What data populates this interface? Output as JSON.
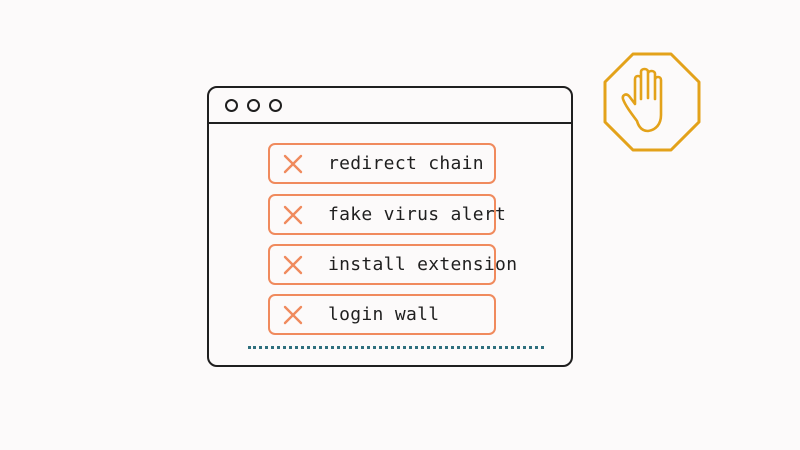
{
  "list": {
    "items": [
      {
        "label": "redirect chain",
        "icon": "x-icon"
      },
      {
        "label": "fake virus alert",
        "icon": "x-icon"
      },
      {
        "label": "install extension",
        "icon": "x-icon"
      },
      {
        "label": "login wall",
        "icon": "x-icon"
      }
    ]
  },
  "icons": {
    "window_controls": "circle-icons",
    "badge": "stop-hand-icon"
  },
  "colors": {
    "outline": "#1f1f1f",
    "item_border": "#f08a5d",
    "x_mark": "#f08a5d",
    "dotted_line": "#2e6f7d",
    "stop_sign": "#e3a21a",
    "background": "#fcfafa"
  }
}
